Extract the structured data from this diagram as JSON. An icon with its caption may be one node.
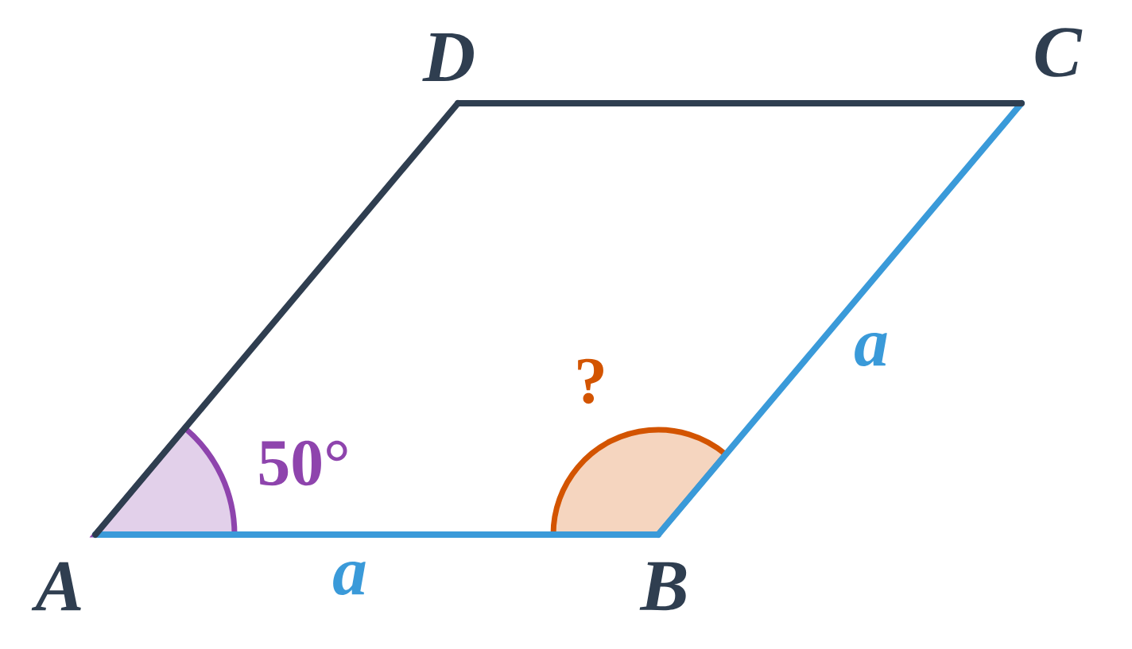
{
  "diagram": {
    "nodes": [
      {
        "text": [
          "A"
        ]
      },
      {
        "text": [
          "B"
        ]
      },
      {
        "text": [
          "C"
        ]
      },
      {
        "text": [
          "D"
        ]
      }
    ],
    "edges": [
      {
        "from": 0,
        "to": 1,
        "arrow": "none",
        "label": "a",
        "color": "#3a9ad9"
      },
      {
        "from": 1,
        "to": 2,
        "arrow": "none",
        "label": "a",
        "color": "#3a9ad9"
      },
      {
        "from": 2,
        "to": 3,
        "arrow": "none",
        "color": "#2f3e50"
      },
      {
        "from": 3,
        "to": 0,
        "arrow": "none",
        "color": "#2f3e50"
      }
    ],
    "labels": [
      "50°",
      "?"
    ]
  }
}
